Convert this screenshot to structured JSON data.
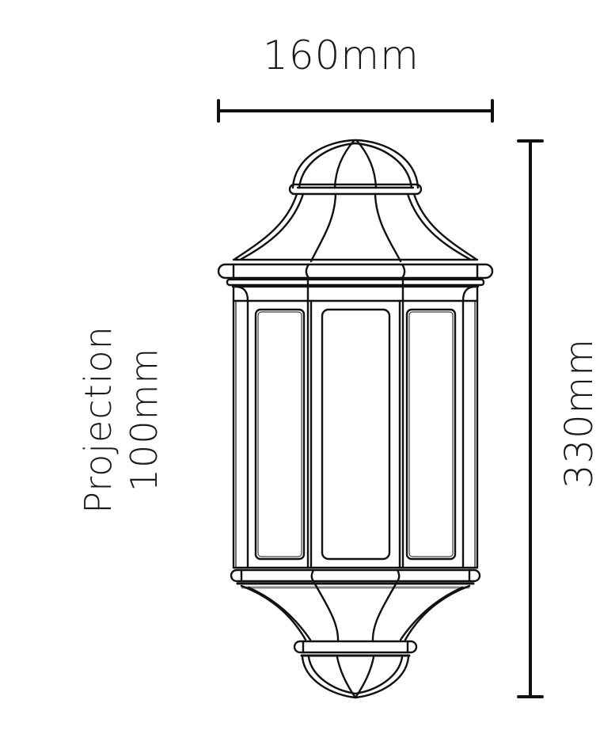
{
  "diagram": {
    "subject": "half-lantern wall light",
    "dimensions": {
      "width": {
        "label": "160mm",
        "value": 160,
        "unit": "mm"
      },
      "projection": {
        "title": "Projection",
        "label": "100mm",
        "value": 100,
        "unit": "mm"
      },
      "height": {
        "label": "330mm",
        "value": 330,
        "unit": "mm"
      }
    },
    "colors": {
      "line": "#111111",
      "background": "#ffffff"
    }
  }
}
